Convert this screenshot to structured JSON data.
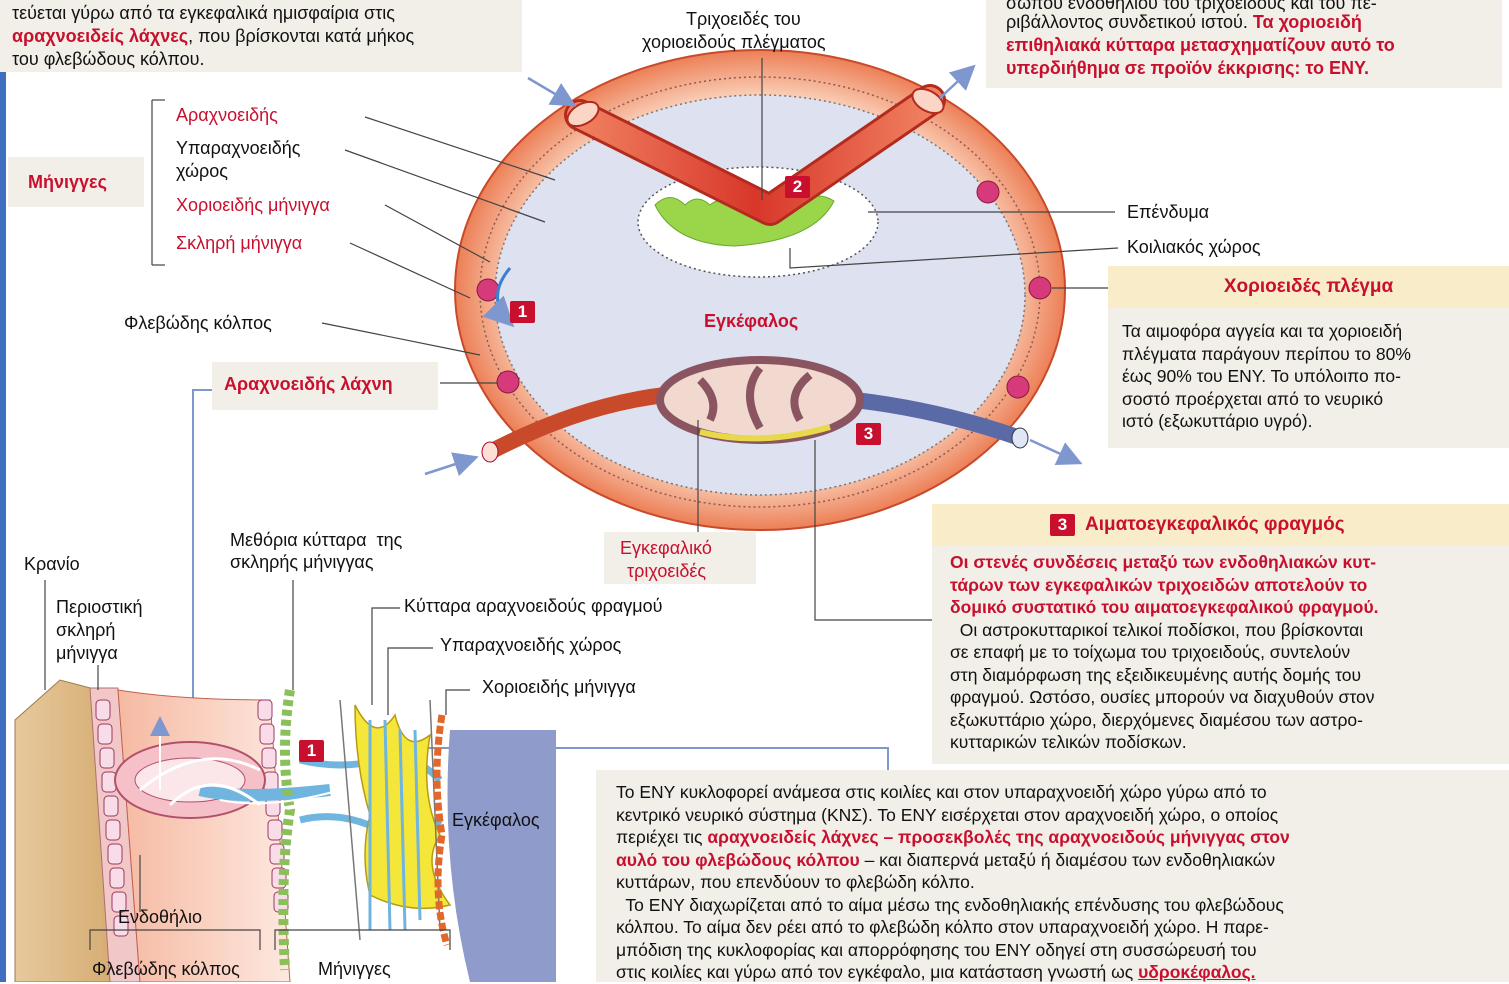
{
  "intro_left": {
    "line1": "τεύεται γύρω από τα εγκεφαλικά ημισφαίρια στις",
    "line2_red": "αραχνοειδείς λάχνες",
    "line2_rest": ", που βρίσκονται κατά μήκος",
    "line3": "του φλεβώδους κόλπου."
  },
  "intro_right": {
    "line1": "σώπου ενδοθηλίου του τριχοειδούς και του πε-",
    "line2_black": "ριβάλλοντος συνδετικού ιστού.",
    "line2_red": " Τα χοριοειδή",
    "line3_red": "επιθηλιακά κύτταρα μετασχηματίζουν αυτό το",
    "line4_red": "υπερδιήθημα σε προϊόν έκκρισης: το ΕΝΥ."
  },
  "labels": {
    "capillary_plexus_1": "Τριχοειδές του",
    "capillary_plexus_2": "χοριοειδούς πλέγματος",
    "meninges": "Μήνιγγες",
    "arachnoid": "Αραχνοειδής",
    "subarachnoid_1": "Υπαραχνοειδής",
    "subarachnoid_2": "χώρος",
    "pia": "Χοριοειδής μήνιγγα",
    "dura": "Σκληρή μήνιγγα",
    "venous_sinus": "Φλεβώδης κόλπος",
    "arachnoid_villus": "Αραχνοειδής λάχνη",
    "ependyma": "Επένδυμα",
    "ventricle": "Κοιλιακός χώρος",
    "brain": "Εγκέφαλος",
    "brain_capillary_1": "Εγκεφαλικό",
    "brain_capillary_2": "τριχοειδές",
    "skull": "Κρανίο",
    "periosteal_1": "Περιοστική",
    "periosteal_2": "σκληρή",
    "periosteal_3": "μήνιγγα",
    "border_cells_1": "Μεθόρια κύτταρα  της",
    "border_cells_2": "σκληρής μήνιγγας",
    "barrier_cells": "Κύτταρα αραχνοειδούς φραγμού",
    "subarachnoid_space": "Υπαραχνοειδής χώρος",
    "pia_2": "Χοριοειδής μήνιγγα",
    "brain_2": "Εγκέφαλος",
    "endothelium": "Ενδοθήλιο",
    "venous_sinus_2": "Φλεβώδης κόλπος",
    "meninges_2": "Μήνιγγες",
    "badge1": "1",
    "badge2": "2",
    "badge3": "3"
  },
  "choroid_box": {
    "title": "Χοριοειδές πλέγμα",
    "lines": [
      "Τα αιμοφόρα αγγεία και τα χοριοειδή",
      "πλέγματα παράγουν περίπου το 80%",
      "έως 90% του ΕΝΥ. Το υπόλοιπο πο-",
      "σοστό προέρχεται από το νευρικό",
      "ιστό (εξωκυττάριο υγρό)."
    ]
  },
  "bbb_box": {
    "num": "3",
    "title": "Αιματοεγκεφαλικός φραγμός",
    "red_lines": [
      "Οι στενές συνδέσεις μεταξύ των ενδοθηλιακών κυτ-",
      "τάρων  των εγκεφαλικών τριχοειδών αποτελούν το",
      "δομικό συστατικό του αιματοεγκεφαλικού φραγμού."
    ],
    "lines": [
      "  Οι αστροκυτταρικοί τελικοί ποδίσκοι, που βρίσκονται",
      "σε επαφή με το τοίχωμα του τριχοειδούς, συντελούν",
      "στη διαμόρφωση της εξειδικευμένης αυτής δομής του",
      "φραγμού. Ωστόσο, ουσίες μπορούν να διαχυθούν στον",
      "εξωκυττάριο χώρο, διερχόμενες διαμέσου των αστρο-",
      "κυτταρικών τελικών ποδίσκων."
    ]
  },
  "bottom_box": {
    "l1": "Το ΕΝΥ κυκλοφορεί ανάμεσα στις κοιλίες και στον υπαραχνοειδή χώρο γύρω από το",
    "l2": "κεντρικό νευρικό σύστημα (ΚΝΣ). Το ΕΝΥ εισέρχεται στον αραχνοειδή χώρο, ο οποίος",
    "l3_black": "περιέχει τις ",
    "l3_red": "αραχνοειδείς λάχνες – προσεκβολές της αραχνοειδούς μήνιγγας στον",
    "l4_red": "αυλό του φλεβώδους κόλπου",
    "l4_black": " – και διαπερνά μεταξύ  ή διαμέσου των ενδοθηλιακών",
    "l5": "κυττάρων, που επενδύουν το φλεβώδη κόλπο.",
    "l6": "  Το ΕΝΥ διαχωρίζεται από το αίμα μέσω της ενδοθηλιακής επένδυσης του φλεβώδους",
    "l7": "κόλπου. Το αίμα δεν ρέει από το φλεβώδη κόλπο στον υπαραχνοειδή χώρο. Η παρε-",
    "l8": "μπόδιση της κυκλοφορίας και απορρόφησης του ΕΝΥ οδηγεί στη συσσώρευσή του",
    "l9_black": "στις κοιλίες και γύρω από τον εγκέφαλο, μια κατάσταση γνωστή ως ",
    "l9_red": "υδροκέφαλος."
  },
  "colors": {
    "accent_red": "#c8102e",
    "box_beige": "#f1efe8",
    "header_yellow": "#f9ecc9",
    "brain_fill": "#dde1f0",
    "dura_fill": "#f4a07a",
    "vessel_red": "#e24d3a",
    "plexus_green": "#9bd64a",
    "edge_blue": "#3f6fc0"
  }
}
